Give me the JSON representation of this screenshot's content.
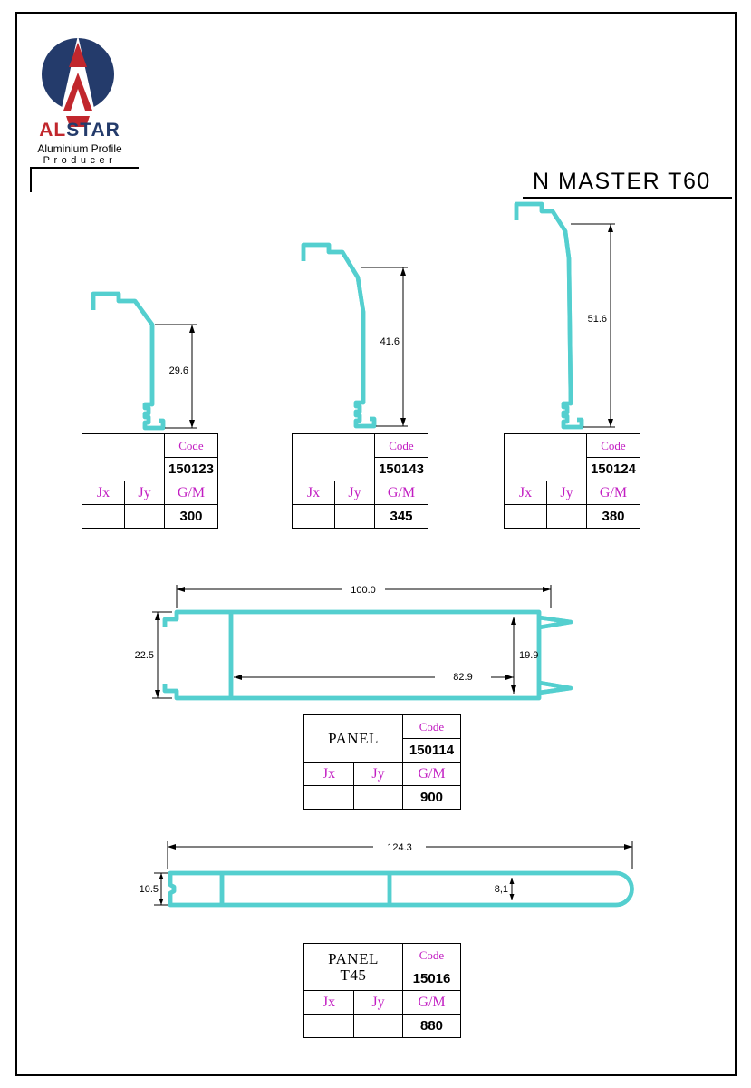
{
  "brand": {
    "name_left": "AL",
    "name_right": "STAR",
    "tagline1": "Aluminium Profile",
    "tagline2": "Producer"
  },
  "title": "N MASTER T60",
  "labels": {
    "code": "Code",
    "jx": "Jx",
    "jy": "Jy",
    "gm": "G/M"
  },
  "corner_profiles": [
    {
      "height": "29.6",
      "code": "150123",
      "gm": "300"
    },
    {
      "height": "41.6",
      "code": "150143",
      "gm": "345"
    },
    {
      "height": "51.6",
      "code": "150124",
      "gm": "380"
    }
  ],
  "panel": {
    "name": "PANEL",
    "code": "150114",
    "gm": "900",
    "dims": {
      "width": "100.0",
      "height": "22.5",
      "inner_width": "82.9",
      "inner_height": "19.9"
    }
  },
  "panel_t45": {
    "name": "PANEL",
    "variant": "T45",
    "code": "15016",
    "gm": "880",
    "dims": {
      "width": "124.3",
      "height": "10.5",
      "inner_height": "8,1"
    }
  },
  "colors": {
    "profile_line": "#54CFCF",
    "accent_magenta": "#C21EC2",
    "logo_navy": "#243B6B",
    "logo_red": "#C1272D"
  }
}
